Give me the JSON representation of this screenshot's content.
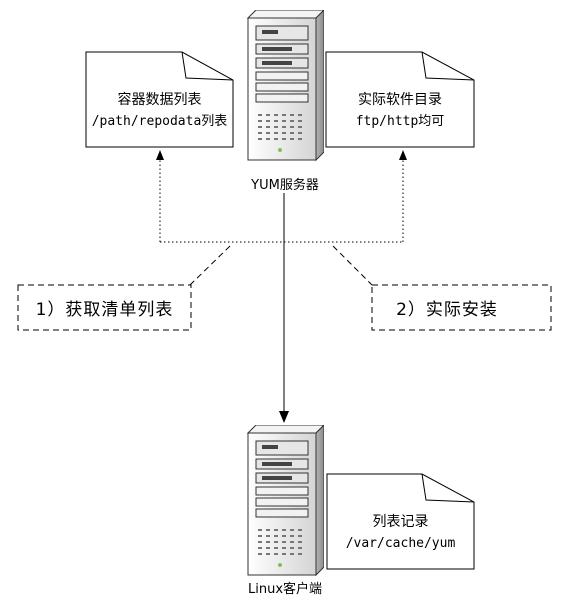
{
  "server": {
    "name": "server-tower-icon",
    "label": "YUM服务器"
  },
  "client": {
    "name": "client-tower-icon",
    "label": "Linux客户端"
  },
  "docs": {
    "metadata": {
      "line1": "容器数据列表",
      "line2": "/path/repodata列表"
    },
    "software": {
      "line1": "实际软件目录",
      "line2": "ftp/http均可"
    },
    "cache": {
      "line1": "列表记录",
      "line2": "/var/cache/yum"
    }
  },
  "steps": {
    "step1": "1）获取清单列表",
    "step2": "2）实际安装"
  },
  "colors": {
    "line": "#000000",
    "dashed": "#000000",
    "server_fill": "#e8e8e8",
    "server_shadow": "#9a9a9a"
  }
}
